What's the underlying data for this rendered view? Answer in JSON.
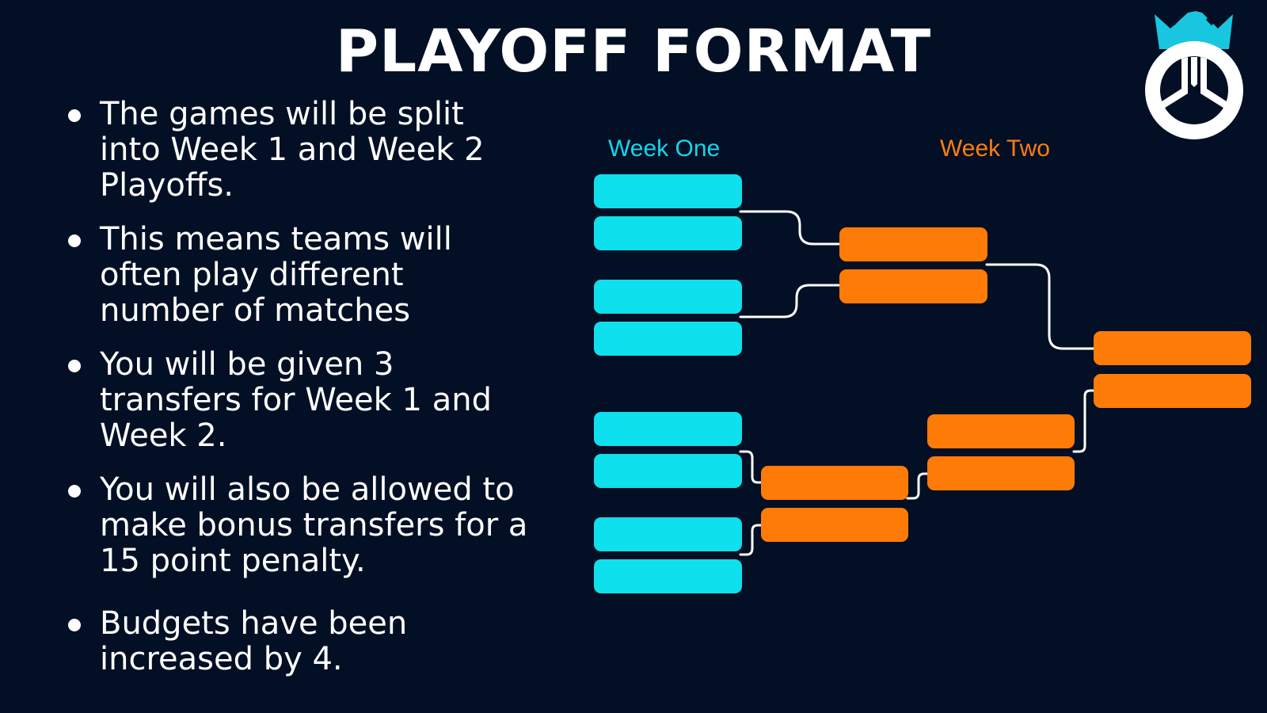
{
  "title": "PLAYOFF FORMAT",
  "bullets": [
    {
      "text": "The games will be split into Week 1 and Week 2 Playoffs."
    },
    {
      "text": "This means teams will often play different number of matches"
    },
    {
      "text": "You will be given 3 transfers for Week 1 and Week 2."
    },
    {
      "text": "You will also be allowed to make bonus transfers for a 15 point penalty."
    },
    {
      "text": "Budgets have been increased by 4."
    }
  ],
  "bracket": {
    "week_one_label": "Week One",
    "week_two_label": "Week Two"
  },
  "colors": {
    "background": "#020f24",
    "week_one": "#0ee0ed",
    "week_two": "#ff7b07",
    "logo_crown": "#19c6df",
    "text": "#ffffff"
  },
  "icons": {
    "logo": "overwatch-crown-logo-icon"
  }
}
